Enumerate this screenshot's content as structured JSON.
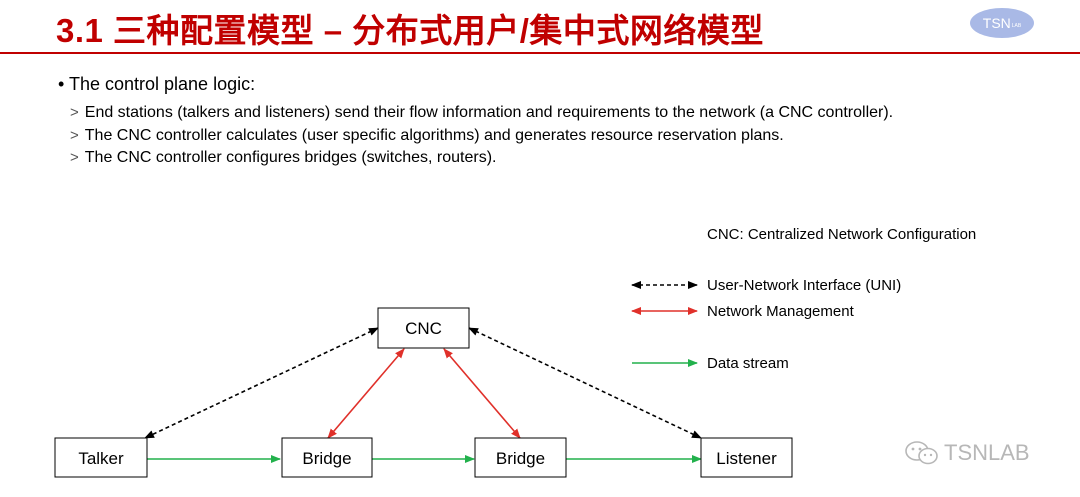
{
  "title": "3.1 三种配置模型 – 分布式用户/集中式网络模型",
  "logo": {
    "text": "TSN",
    "suffix": "LAB"
  },
  "bullet": "The control plane logic:",
  "sub_items": [
    "End stations (talkers and listeners) send their flow information and requirements to the network (a CNC controller).",
    "The CNC controller calculates (user specific algorithms) and generates resource reservation plans.",
    "The CNC controller configures bridges (switches, routers)."
  ],
  "cnc_definition": "CNC: Centralized Network Configuration",
  "legend": [
    {
      "label": "User-Network Interface (UNI)",
      "style": "dashed",
      "color": "#000000"
    },
    {
      "label": "Network Management",
      "style": "solid",
      "color": "#e0302a"
    },
    {
      "label": "Data stream",
      "style": "solid",
      "color": "#22b14c"
    }
  ],
  "nodes": {
    "cnc": "CNC",
    "talker": "Talker",
    "bridge1": "Bridge",
    "bridge2": "Bridge",
    "listener": "Listener"
  },
  "colors": {
    "title": "#c00000",
    "uni": "#000000",
    "management": "#e0302a",
    "data": "#22b14c"
  },
  "watermark": "TSNLAB"
}
